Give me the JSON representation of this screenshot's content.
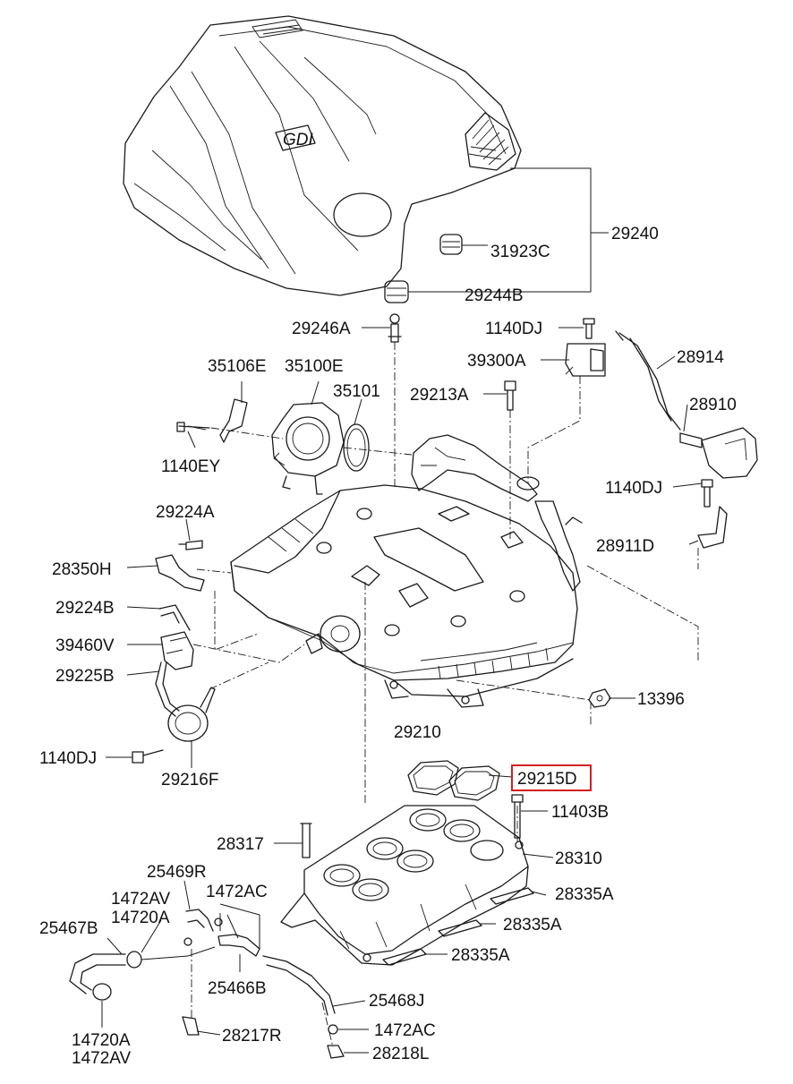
{
  "diagram": {
    "cover_logo": "GDI",
    "labels": [
      {
        "id": "29240",
        "text": "29240"
      },
      {
        "id": "31923C",
        "text": "31923C"
      },
      {
        "id": "29244B",
        "text": "29244B"
      },
      {
        "id": "29246A",
        "text": "29246A"
      },
      {
        "id": "1140DJ-top",
        "text": "1140DJ"
      },
      {
        "id": "39300A",
        "text": "39300A"
      },
      {
        "id": "28914",
        "text": "28914"
      },
      {
        "id": "35106E",
        "text": "35106E"
      },
      {
        "id": "35100E",
        "text": "35100E"
      },
      {
        "id": "35101",
        "text": "35101"
      },
      {
        "id": "29213A",
        "text": "29213A"
      },
      {
        "id": "28910",
        "text": "28910"
      },
      {
        "id": "1140EY",
        "text": "1140EY"
      },
      {
        "id": "1140DJ-right",
        "text": "1140DJ"
      },
      {
        "id": "29224A",
        "text": "29224A"
      },
      {
        "id": "28911D",
        "text": "28911D"
      },
      {
        "id": "28350H",
        "text": "28350H"
      },
      {
        "id": "29224B",
        "text": "29224B"
      },
      {
        "id": "39460V",
        "text": "39460V"
      },
      {
        "id": "29225B",
        "text": "29225B"
      },
      {
        "id": "13396",
        "text": "13396"
      },
      {
        "id": "29210",
        "text": "29210"
      },
      {
        "id": "1140DJ-left",
        "text": "1140DJ"
      },
      {
        "id": "29216F",
        "text": "29216F"
      },
      {
        "id": "29215D",
        "text": "29215D",
        "highlighted": true
      },
      {
        "id": "11403B",
        "text": "11403B"
      },
      {
        "id": "28317",
        "text": "28317"
      },
      {
        "id": "28310",
        "text": "28310"
      },
      {
        "id": "25469R",
        "text": "25469R"
      },
      {
        "id": "1472AC-a",
        "text": "1472AC"
      },
      {
        "id": "1472AV-a",
        "text": "1472AV"
      },
      {
        "id": "14720A-a",
        "text": "14720A"
      },
      {
        "id": "28335A-1",
        "text": "28335A"
      },
      {
        "id": "28335A-2",
        "text": "28335A"
      },
      {
        "id": "28335A-3",
        "text": "28335A"
      },
      {
        "id": "25467B",
        "text": "25467B"
      },
      {
        "id": "25466B",
        "text": "25466B"
      },
      {
        "id": "25468J",
        "text": "25468J"
      },
      {
        "id": "1472AC-b",
        "text": "1472AC"
      },
      {
        "id": "28217R",
        "text": "28217R"
      },
      {
        "id": "28218L",
        "text": "28218L"
      },
      {
        "id": "14720A-b",
        "text": "14720A"
      },
      {
        "id": "1472AV-b",
        "text": "1472AV"
      }
    ],
    "colors": {
      "line": "#1a1a1a",
      "highlight": "#d42020",
      "background": "#ffffff"
    }
  }
}
